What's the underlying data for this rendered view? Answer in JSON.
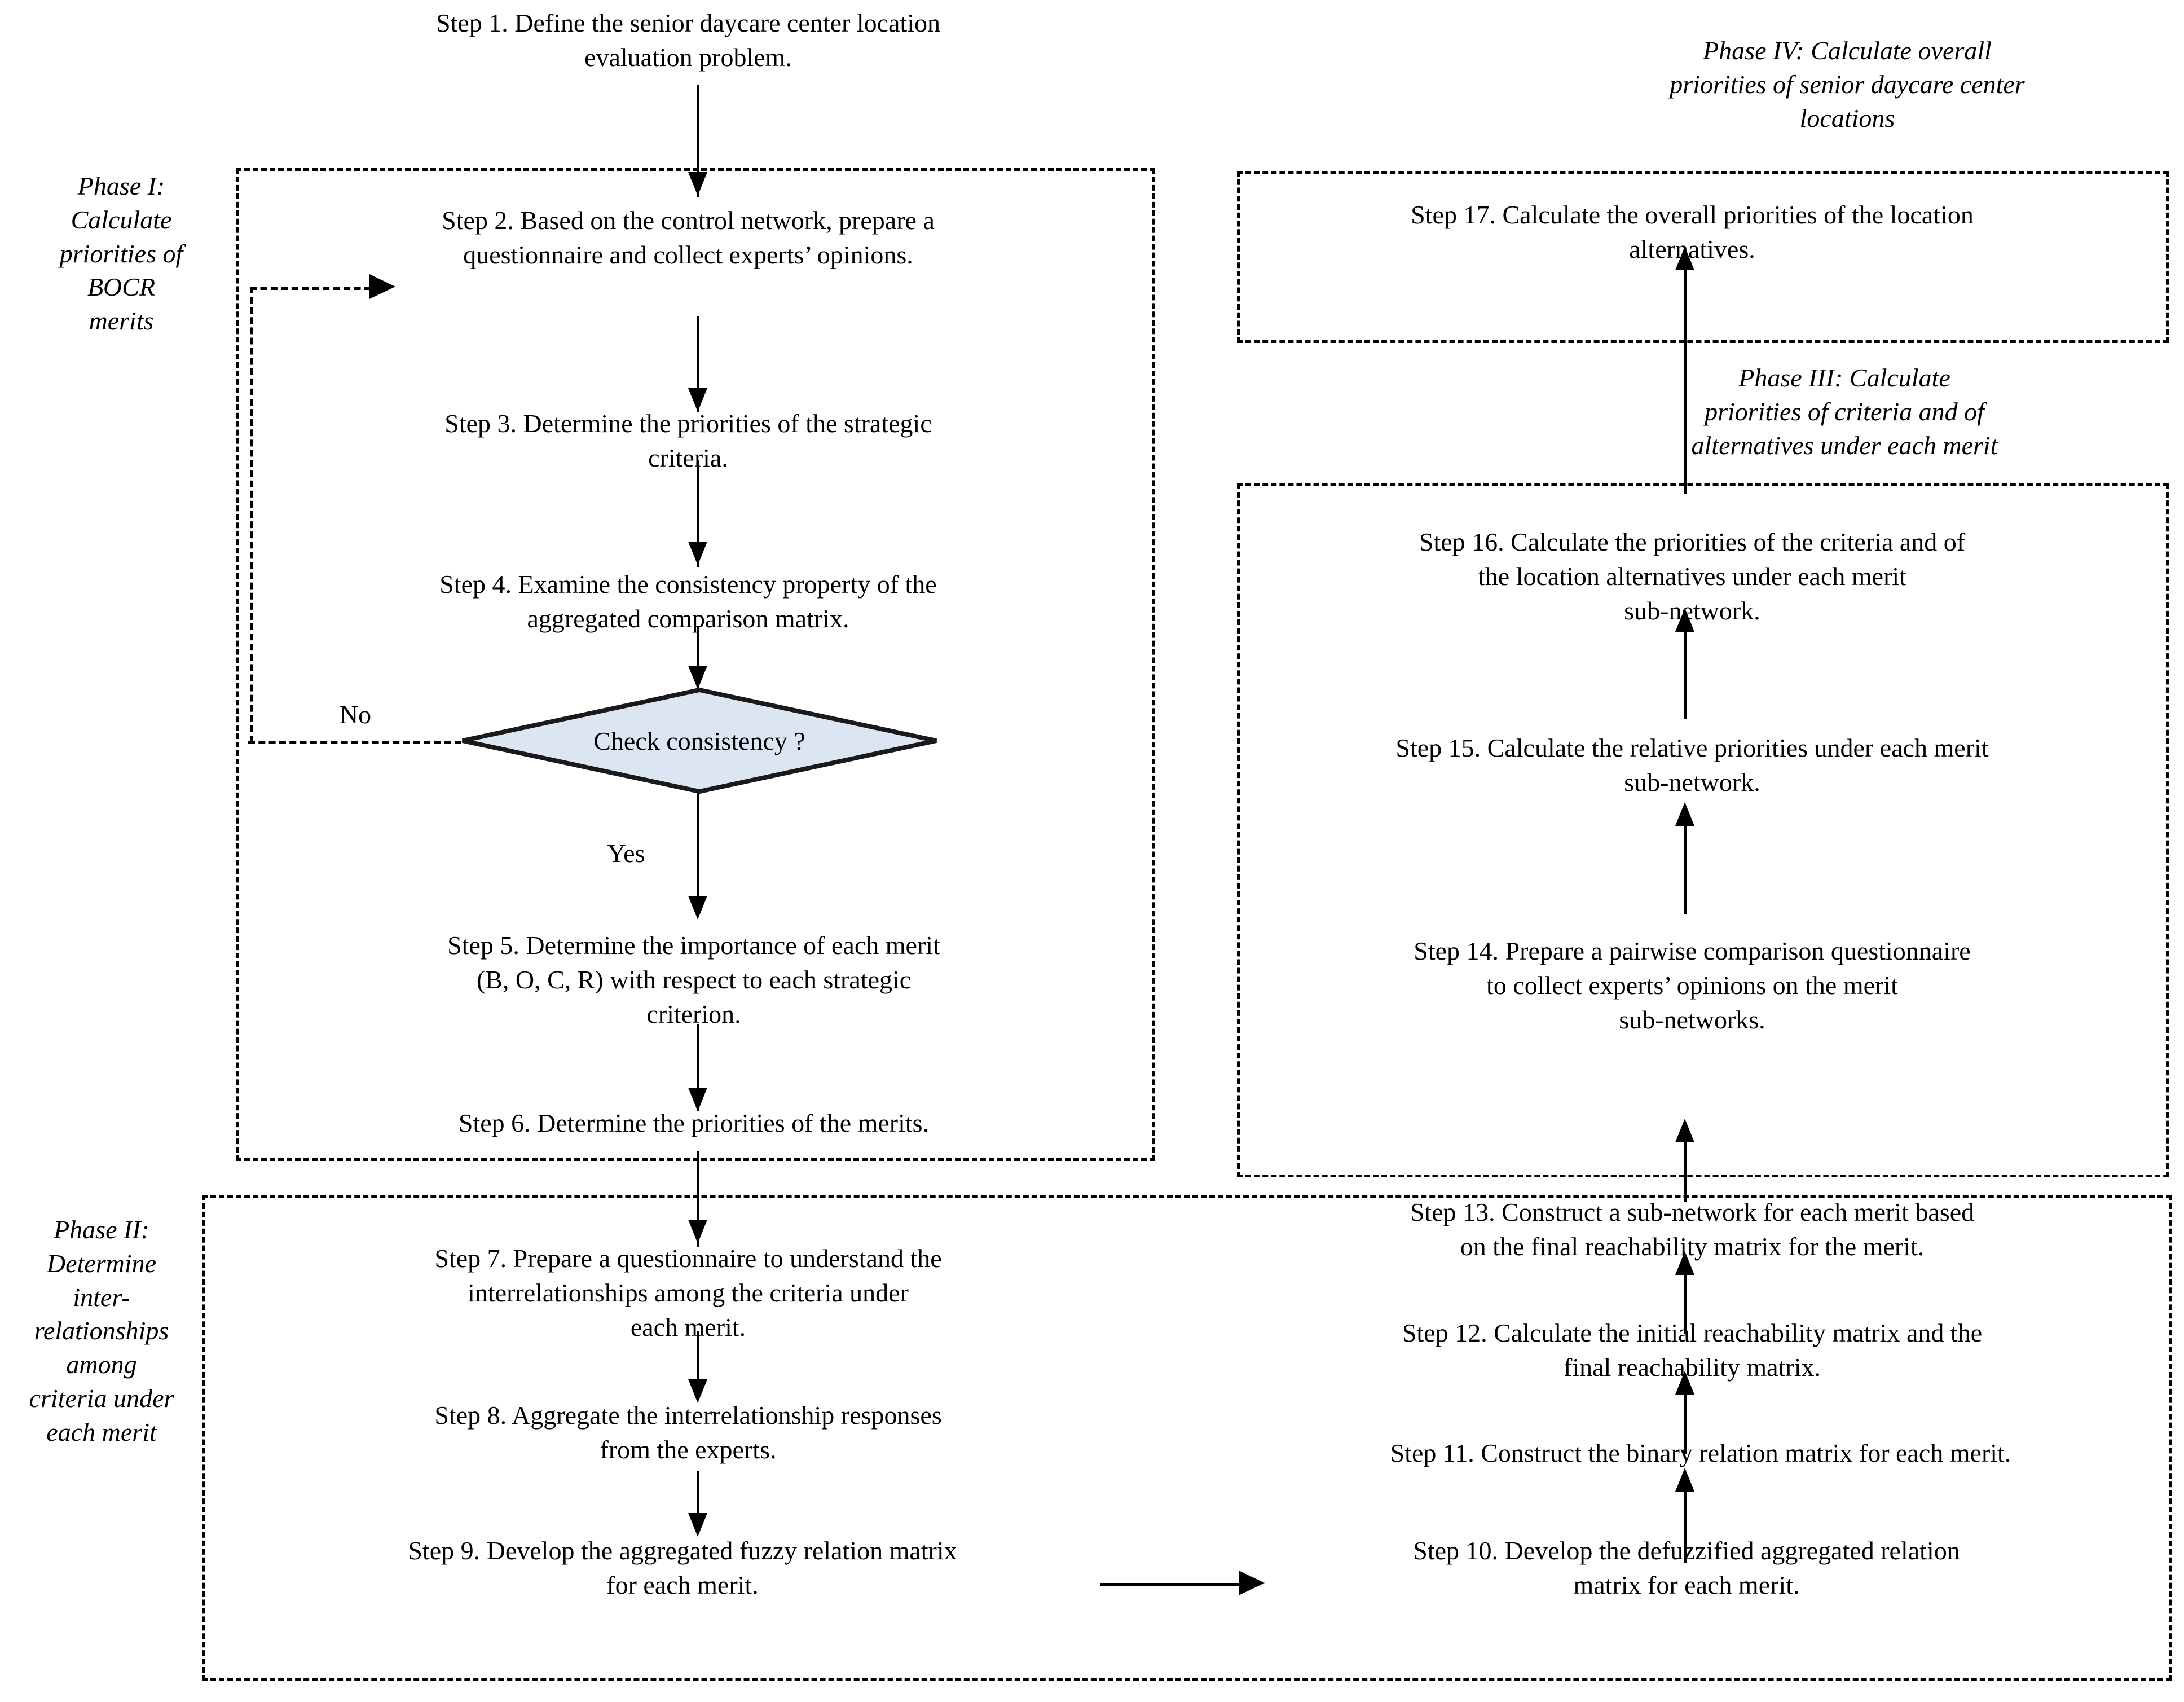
{
  "colors": {
    "line": "#000000",
    "decision_fill": "#dce6f2",
    "decision_stroke": "#1a1a1a",
    "background": "#ffffff"
  },
  "phases": {
    "phase1": {
      "label": "Phase I:\nCalculate\npriorities of\nBOCR\nmerits"
    },
    "phase2": {
      "label": "Phase II:\nDetermine\ninter-\nrelationships\namong\ncriteria under\neach merit"
    },
    "phase3": {
      "label": "Phase III: Calculate\npriorities of criteria and of\nalternatives under each merit"
    },
    "phase4": {
      "label": "Phase IV: Calculate overall\npriorities of senior daycare center\nlocations"
    }
  },
  "steps": {
    "step1": "Step 1. Define the senior daycare center location\nevaluation problem.",
    "step2": "Step 2. Based on the control network, prepare a\nquestionnaire and collect experts’ opinions.",
    "step3": "Step 3. Determine the priorities of the strategic\ncriteria.",
    "step4": "Step 4. Examine the consistency property of the\naggregated comparison matrix.",
    "step5": "Step 5. Determine the importance of each merit\n(B, O, C, R) with respect to each strategic\ncriterion.",
    "step6": "Step 6. Determine the priorities of the merits.",
    "step7": "Step 7. Prepare a questionnaire to understand the\ninterrelationships among the criteria under\neach merit.",
    "step8": "Step 8. Aggregate the interrelationship responses\nfrom the experts.",
    "step9": "Step 9. Develop the aggregated fuzzy relation matrix\nfor each merit.",
    "step10": "Step 10. Develop the defuzzified aggregated relation\nmatrix for each merit.",
    "step11": "Step 11. Construct the binary relation matrix for each merit.",
    "step12": "Step 12. Calculate the initial reachability matrix and the\nfinal reachability matrix.",
    "step13": "Step 13. Construct a sub-network for each merit based\non the final reachability matrix for the merit.",
    "step14": "Step 14. Prepare a pairwise comparison questionnaire\nto collect experts’ opinions on the merit\nsub-networks.",
    "step15": "Step 15. Calculate the relative priorities under each merit\nsub-network.",
    "step16": "Step 16. Calculate the priorities of the criteria and of\nthe location alternatives under each merit\nsub-network.",
    "step17": "Step 17. Calculate the overall priorities of the location\nalternatives."
  },
  "decision": {
    "label": "Check consistency ?",
    "branch_no": "No",
    "branch_yes": "Yes"
  }
}
